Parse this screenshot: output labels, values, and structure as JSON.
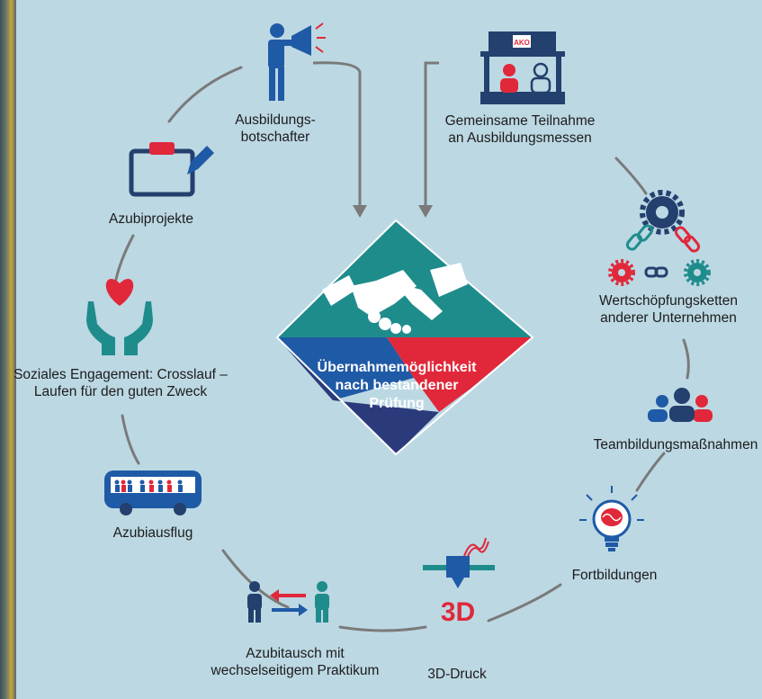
{
  "center": {
    "text": "Übernahmemöglichkeit\nnach bestandener\nPrüfung"
  },
  "items": {
    "ausbildungsbotschafter": "Ausbildungs-\nbotschafter",
    "ausbildungsmessen": "Gemeinsame Teilnahme\nan Ausbildungsmessen",
    "wertschoepfung": "Wertschöpfungsketten\nanderer Unternehmen",
    "teambildung": "Teambildungsmaßnahmen",
    "fortbildungen": "Fortbildungen",
    "druck3d": "3D-Druck",
    "azubitausch": "Azubitausch mit\nwechselseitigem Praktikum",
    "azubiausflug": "Azubiausflug",
    "soziales": "Soziales Engagement: Crosslauf –\nLaufen für den guten Zweck",
    "azubiprojekte": "Azubiprojekte"
  },
  "booth_logo": "AKO",
  "icon_3d_text": "3D",
  "colors": {
    "background": "#bcd8e3",
    "navy": "#23406e",
    "blue": "#1f5aa6",
    "red": "#e0283a",
    "teal": "#1f8c8c",
    "diamond_top": "#1f8c8c",
    "diamond_left": "#1f5aa6",
    "diamond_right": "#e0283a",
    "diamond_bottom": "#2a3a7a",
    "connector": "#7a7a7a"
  },
  "icons": [
    "megaphone-person-icon",
    "booth-icon",
    "gears-chain-icon",
    "team-icon",
    "lightbulb-brain-icon",
    "printer-3d-icon",
    "exchange-people-icon",
    "bus-icon",
    "hands-heart-icon",
    "clipboard-pen-icon",
    "handshake-icon"
  ]
}
